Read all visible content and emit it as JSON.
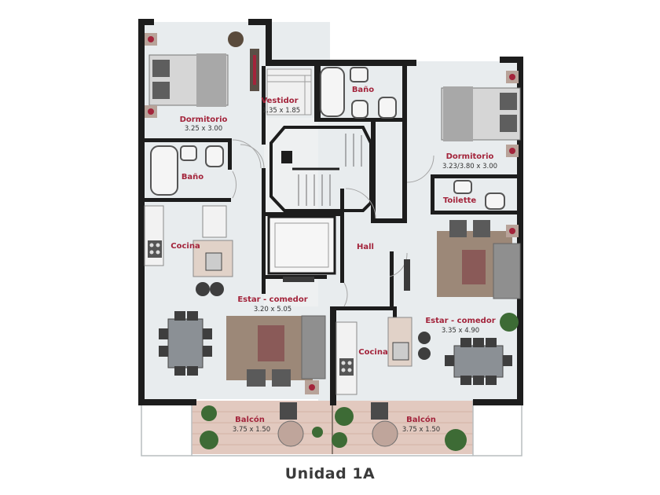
{
  "title": "Unidad 1A",
  "colors": {
    "wall": "#1d1d1d",
    "floor": "#e8ecee",
    "balcony": "#e2c9bf",
    "label": "#a3243b",
    "dimension": "#333333",
    "plant": "#3d6b35",
    "bed": "#c9c9c9",
    "sofa": "#8f8f8f",
    "rug": "#9c8878",
    "table": "#8b9095",
    "chair": "#3e3e3e"
  },
  "rooms": {
    "dormitorio_1": {
      "name": "Dormitorio",
      "size": "3.25 x 3.00"
    },
    "vestidor": {
      "name": "Vestidor",
      "size": "1.35 x 1.85"
    },
    "bano_1": {
      "name": "Baño"
    },
    "bano_2": {
      "name": "Baño"
    },
    "dormitorio_2": {
      "name": "Dormitorio",
      "size": "3.23/3.80 x 3.00"
    },
    "toilette": {
      "name": "Toilette"
    },
    "cocina_1": {
      "name": "Cocina"
    },
    "cocina_2": {
      "name": "Cocina"
    },
    "hall": {
      "name": "Hall"
    },
    "estar_1": {
      "name": "Estar - comedor",
      "size": "3.20 x 5.05"
    },
    "estar_2": {
      "name": "Estar - comedor",
      "size": "3.35 x 4.90"
    },
    "balcon_1": {
      "name": "Balcón",
      "size": "3.75 x 1.50"
    },
    "balcon_2": {
      "name": "Balcón",
      "size": "3.75 x 1.50"
    }
  }
}
